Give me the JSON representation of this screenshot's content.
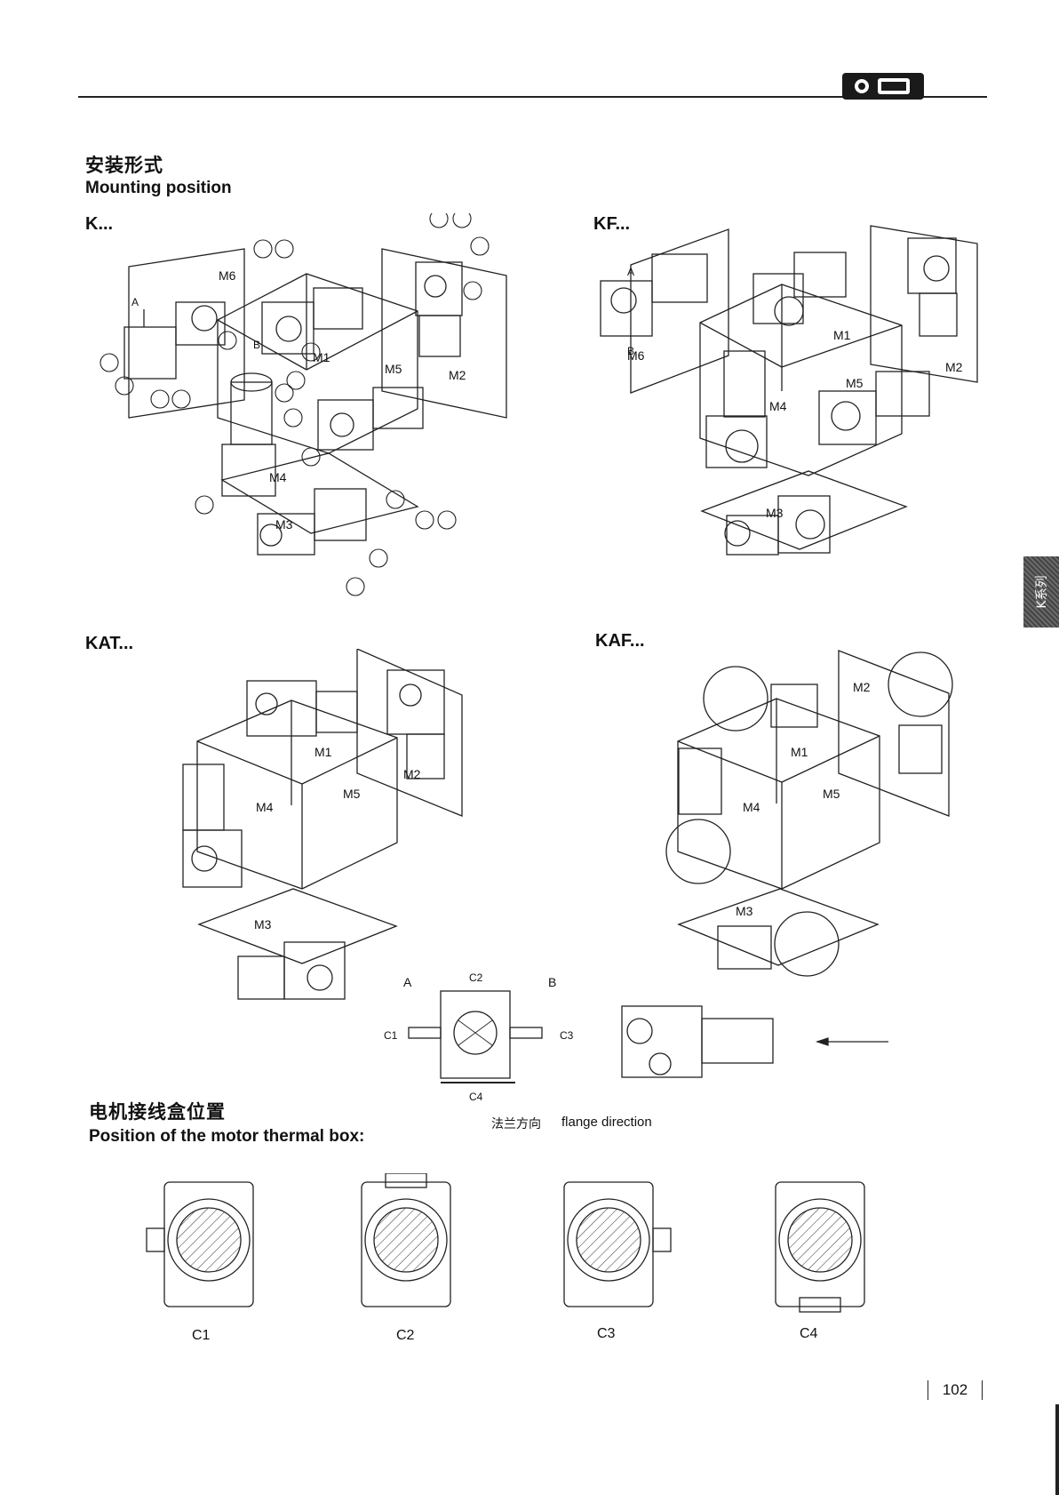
{
  "header": {
    "logo_icon": "brand-logo-icon"
  },
  "titles": {
    "mounting_cn": "安装形式",
    "mounting_en": "Mounting position",
    "box_cn": "电机接线盒位置",
    "box_en": "Position of the motor thermal box:"
  },
  "sections": {
    "k": "K...",
    "kf": "KF...",
    "kat": "KAT...",
    "kaf": "KAF..."
  },
  "positions": {
    "m1": "M1",
    "m2": "M2",
    "m3": "M3",
    "m4": "M4",
    "m5": "M5",
    "m6": "M6"
  },
  "sides": {
    "a": "A",
    "b": "B"
  },
  "flange": {
    "c1": "C1",
    "c2": "C2",
    "c3": "C3",
    "c4": "C4",
    "label_cn": "法兰方向",
    "label_en": "flange direction"
  },
  "thermal_box": {
    "items": [
      {
        "label": "C1"
      },
      {
        "label": "C2"
      },
      {
        "label": "C3"
      },
      {
        "label": "C4"
      }
    ]
  },
  "side_tab": {
    "label": "K系列"
  },
  "page": {
    "number": "102"
  }
}
